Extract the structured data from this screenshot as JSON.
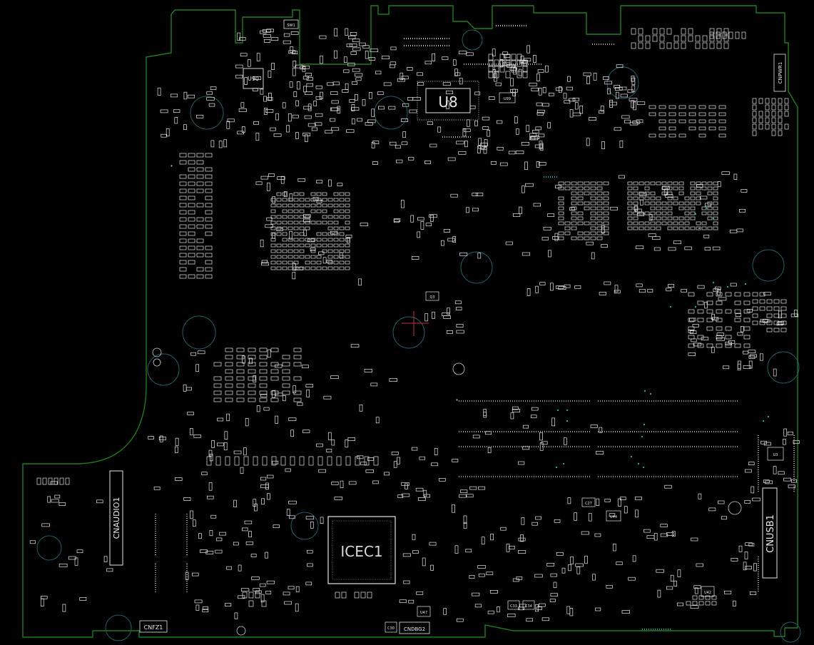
{
  "colors": {
    "background": "#000000",
    "outline": "#1f7a1f",
    "silkscreen": "#e6e6e6",
    "mounting_hole": "#1f5f66",
    "cursor": "#c0393a",
    "via": "#2bb3b3"
  },
  "labels": {
    "u8": "U8",
    "icec1": "ICEC1",
    "cnaudio1": "CNAUDIO1",
    "cnusb1": "CNUSB1",
    "cnfz1": "CNFZ1",
    "cndbg2": "CNDBG2",
    "u90": "U90",
    "cnpwr1": "CNPWR1",
    "sw1": "SW1",
    "u3": "U3",
    "u44": "U44",
    "c27": "C27",
    "u42": "U42",
    "c33": "C33",
    "c34": "C34",
    "q3": "Q3",
    "u47": "U47",
    "c30": "C30",
    "u99": "U99"
  }
}
